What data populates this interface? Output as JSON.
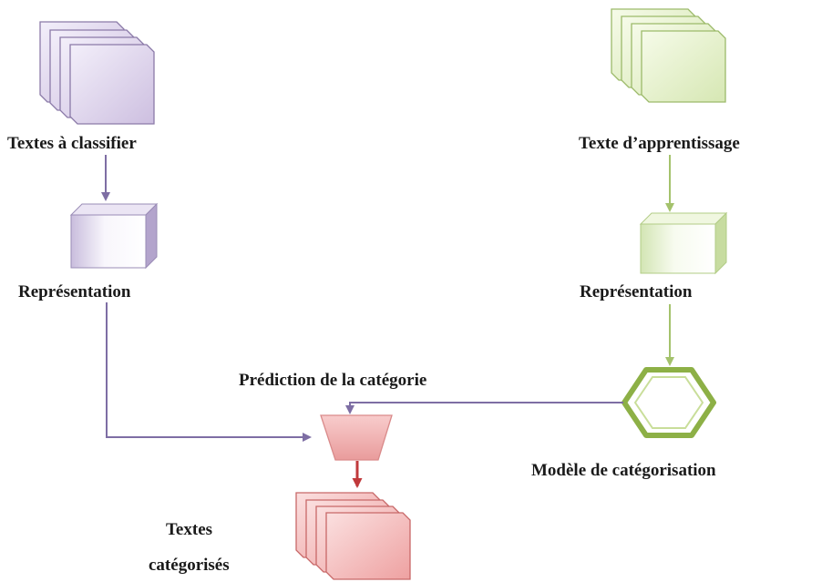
{
  "labels": {
    "texts_to_classify": "Textes à classifier",
    "training_text": "Texte d’apprentissage",
    "representation_left": "Représentation",
    "representation_right": "Représentation",
    "category_prediction": "Prédiction de la catégorie",
    "categorization_model": "Modèle de catégorisation",
    "categorized_texts_line1": "Textes",
    "categorized_texts_line2": "catégorisés"
  },
  "colors": {
    "purple_fill": "#ddd3ea",
    "purple_edge": "#8b7aa8",
    "green_fill": "#e5efcf",
    "green_edge": "#9cba6a",
    "red_fill": "#f2b3b3",
    "red_edge": "#c86868",
    "purple_arrow": "#7e6ea4",
    "green_arrow": "#a4c26c",
    "red_arrow": "#c0393b"
  }
}
